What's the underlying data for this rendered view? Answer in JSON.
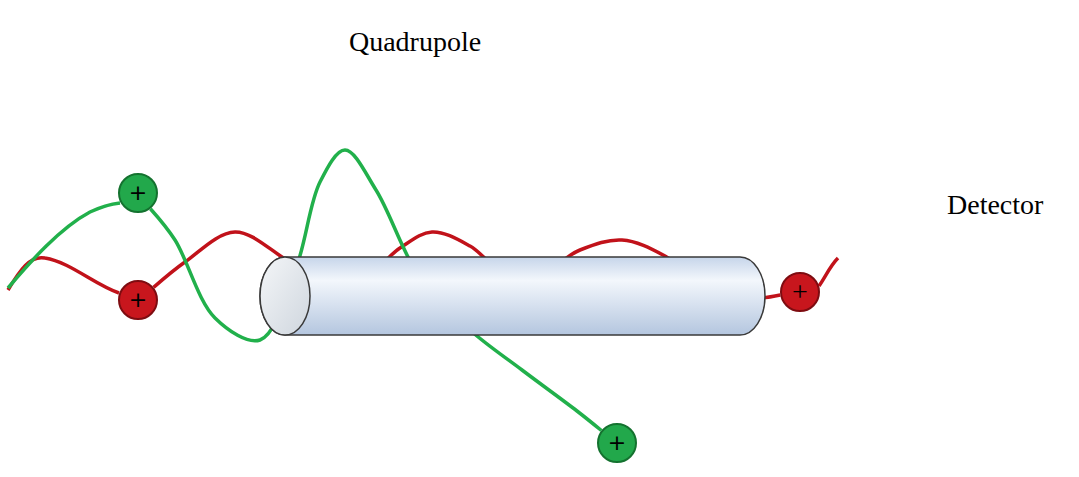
{
  "diagram": {
    "nodes": [
      {
        "text": [
          "+"
        ]
      },
      {
        "text": [
          "+"
        ]
      },
      {
        "text": [
          "Detector"
        ]
      },
      {
        "text": [
          "+"
        ],
        "in": 2
      },
      {
        "text": [
          "+"
        ]
      }
    ],
    "edges": [
      {
        "from": 1,
        "to": 3,
        "arrow": "none"
      },
      {
        "from": 0,
        "to": 4,
        "arrow": "none"
      }
    ],
    "labels": [
      "Quadrupole"
    ]
  }
}
